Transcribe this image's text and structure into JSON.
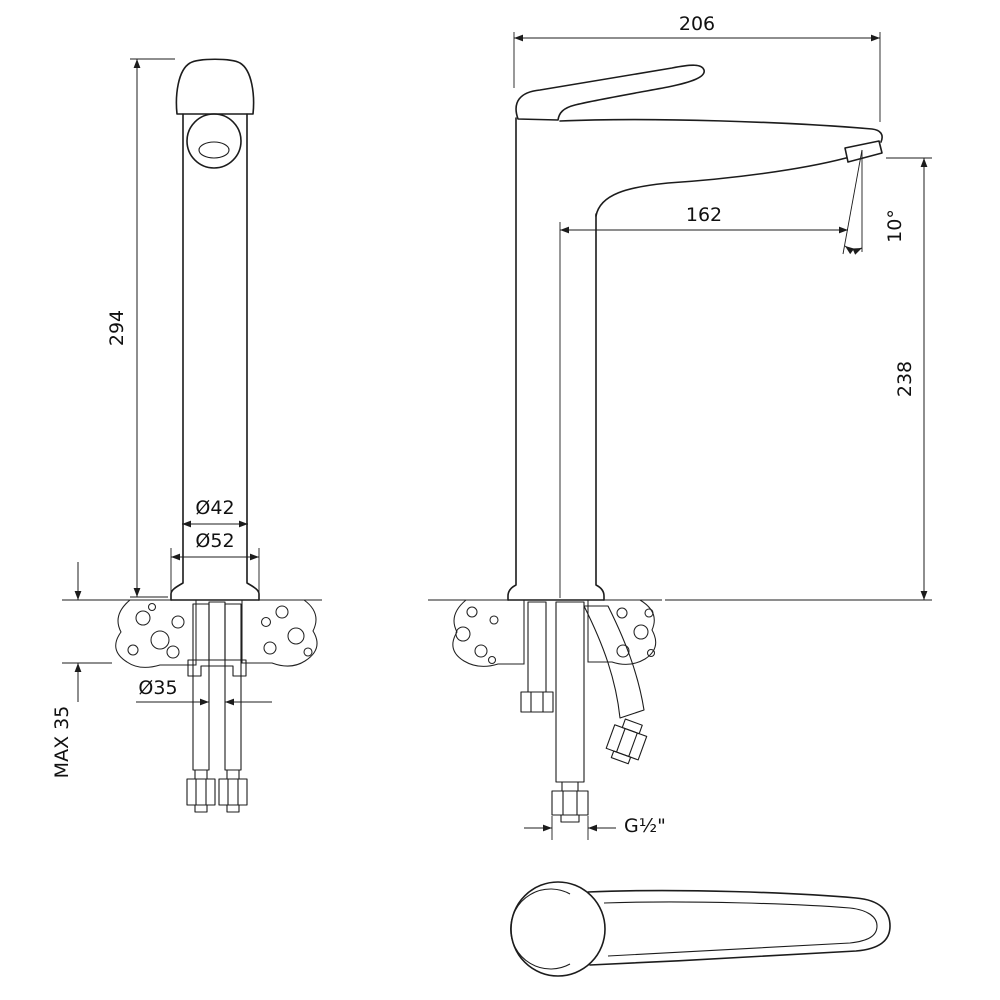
{
  "colors": {
    "line": "#1c1c1c",
    "background": "#ffffff"
  },
  "front_view": {
    "height": "294",
    "body_diameter": "Ø42",
    "base_diameter": "Ø52",
    "hole_diameter": "Ø35",
    "max_thickness": "MAX 35"
  },
  "side_view": {
    "length": "206",
    "reach": "162",
    "angle": "10°",
    "outlet_height": "238",
    "thread": "G½\""
  }
}
